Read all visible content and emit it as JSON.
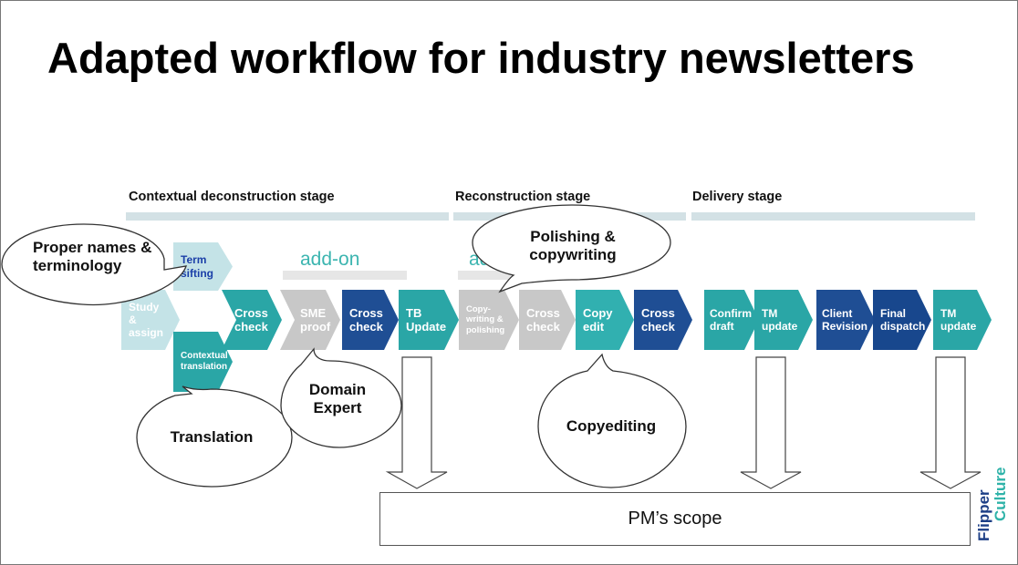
{
  "title": "Adapted workflow for industry newsletters",
  "stages": [
    "Contextual deconstruction stage",
    "Reconstruction stage",
    "Delivery stage"
  ],
  "addons": [
    "add-on",
    "add-on"
  ],
  "steps": {
    "study_assign": "Study & assign",
    "term_sifting": "Term sifting",
    "contextual_translation": "Contextual translation",
    "cross_check_1": "Cross check",
    "sme_proof": "SME proof",
    "cross_check_2": "Cross check",
    "tb_update": "TB Update",
    "copywriting_polishing": "Copy- writing & polishing",
    "cross_check_3": "Cross check",
    "copy_edit": "Copy edit",
    "cross_check_4": "Cross check",
    "confirm_draft": "Confirm draft",
    "tm_update_1": "TM update",
    "client_revision": "Client Revision",
    "final_dispatch": "Final dispatch",
    "tm_update_2": "TM update"
  },
  "bubbles": {
    "proper_names": "Proper names & terminology",
    "polishing": "Polishing & copywriting",
    "translation": "Translation",
    "domain_expert": "Domain Expert",
    "copyediting": "Copyediting"
  },
  "scope_label": "PM’s scope",
  "logo": {
    "line1": "Flipper",
    "line2": "Culture"
  },
  "colors": {
    "teal": "#2aa6a6",
    "navy": "#1f4e94",
    "grey": "#c8c8c8",
    "light_teal": "#c4e3e7",
    "stage_bar": "#d3e1e5",
    "addon_text": "#3cb5b0",
    "logo_navy": "#1d3f86",
    "logo_teal": "#2fb3a9"
  }
}
